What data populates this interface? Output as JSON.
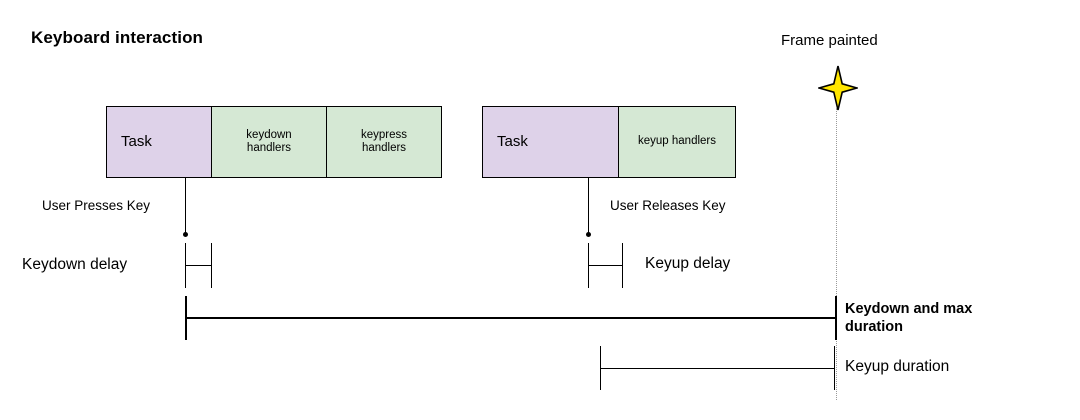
{
  "diagram": {
    "title": "Keyboard interaction",
    "type": "timeline",
    "background_color": "#ffffff",
    "colors": {
      "task_fill": "#ded2e9",
      "handler_fill": "#d5e8d4",
      "stroke": "#000000",
      "star_fill": "#ffe600",
      "dotted_guide": "#9a9a9a"
    }
  },
  "task_groups": [
    {
      "name": "keydown-group",
      "segments": [
        {
          "label": "Task",
          "kind": "task"
        },
        {
          "label": "keydown\nhandlers",
          "kind": "handler"
        },
        {
          "label": "keypress\nhandlers",
          "kind": "handler"
        }
      ]
    },
    {
      "name": "keyup-group",
      "segments": [
        {
          "label": "Task",
          "kind": "task"
        },
        {
          "label": "keyup handlers",
          "kind": "handler"
        }
      ]
    }
  ],
  "frame_marker": {
    "label": "Frame painted",
    "icon": "four-point-star"
  },
  "events": [
    {
      "label": "User Presses Key"
    },
    {
      "label": "User Releases Key"
    }
  ],
  "measurements": [
    {
      "label": "Keydown delay",
      "style": "normal"
    },
    {
      "label": "Keyup delay",
      "style": "normal"
    },
    {
      "label": "Keydown and max duration",
      "style": "bold"
    },
    {
      "label": "Keyup duration",
      "style": "normal"
    }
  ]
}
